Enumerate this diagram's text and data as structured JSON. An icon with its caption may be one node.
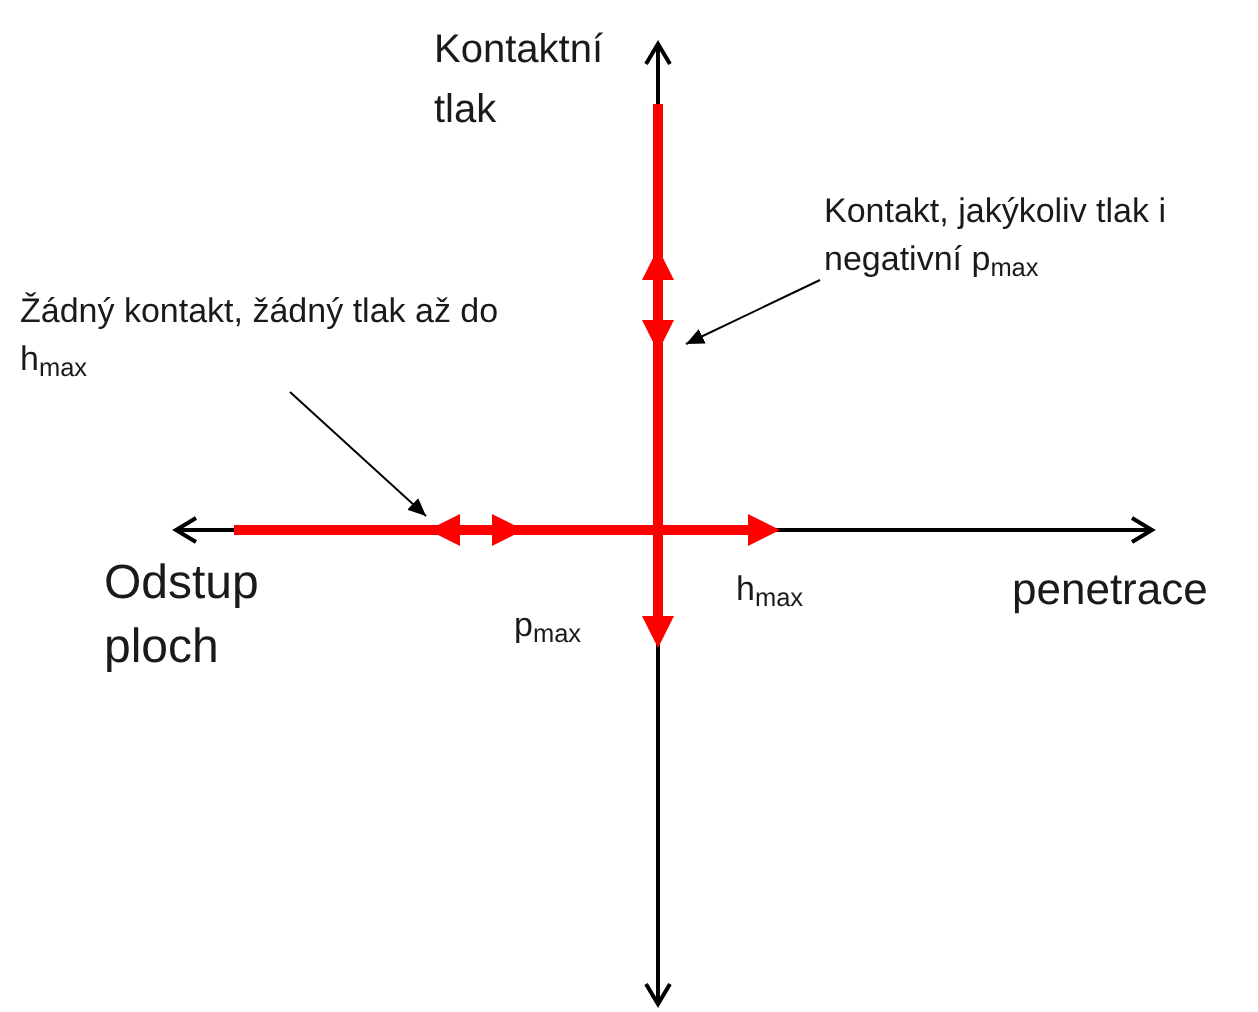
{
  "diagram": {
    "nodes": [
      {
        "text": [
          "Žádný kontakt, žádný tlak až do h$_{max}$"
        ]
      },
      {
        "text": [
          "Kontakt, jakýkoliv tlak i negativní p$_{max}$"
        ]
      },
      {
        "text": [],
        "shape": "line"
      },
      {
        "text": [],
        "shape": "line"
      }
    ],
    "edges": [
      {
        "from": 0,
        "to": 2,
        "arrow": "to"
      },
      {
        "from": 1,
        "to": 3,
        "arrow": "to"
      }
    ],
    "labels": [
      "Kontaktní tlak",
      "Odstup ploch",
      "penetrace",
      "h$_{max}$",
      "p$_{max}$"
    ]
  }
}
